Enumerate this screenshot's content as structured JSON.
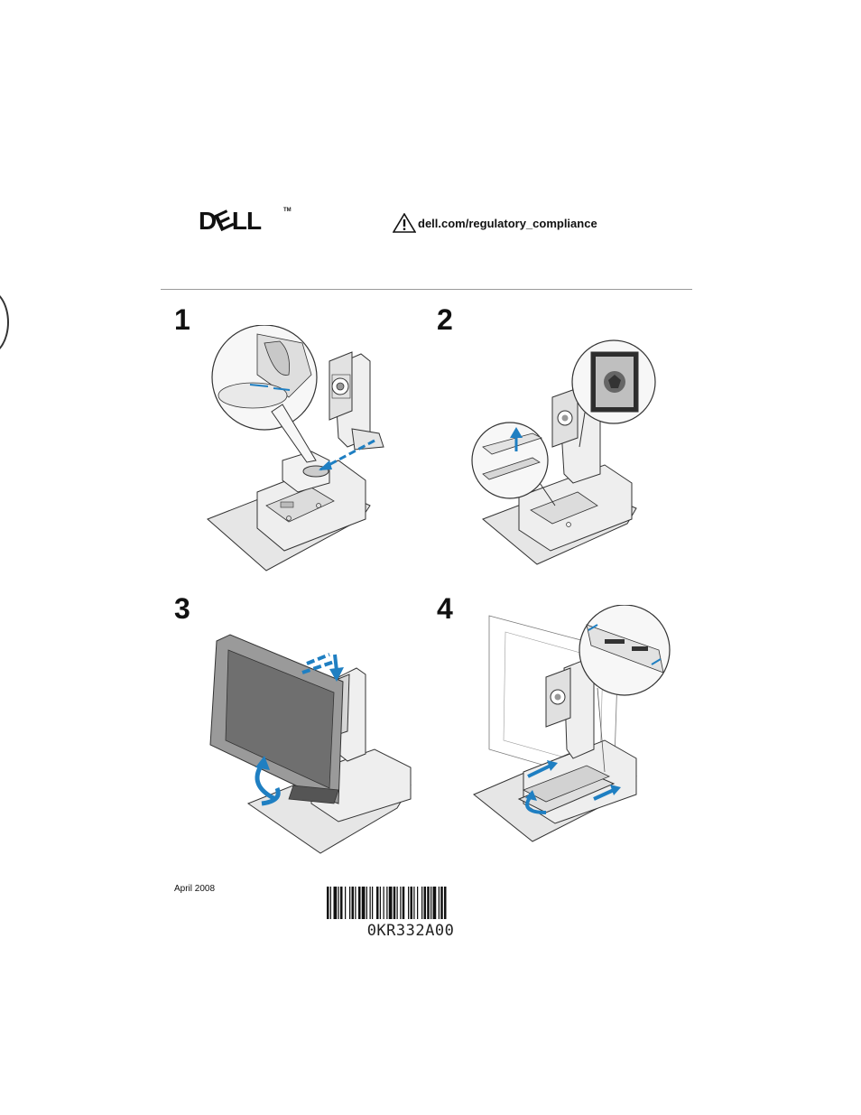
{
  "brand": {
    "logo_text": "DELL",
    "trademark": "TM"
  },
  "regulatory": {
    "icon": "warning-icon",
    "text": "dell.com/regulatory_compliance"
  },
  "steps": [
    {
      "number": "1"
    },
    {
      "number": "2"
    },
    {
      "number": "3"
    },
    {
      "number": "4"
    }
  ],
  "footer": {
    "date": "April 2008",
    "part_number": "0KR332A00"
  },
  "colors": {
    "accent_arrow": "#1f7fc2",
    "line_art": "#333333",
    "surface": "#e6e6e6"
  }
}
